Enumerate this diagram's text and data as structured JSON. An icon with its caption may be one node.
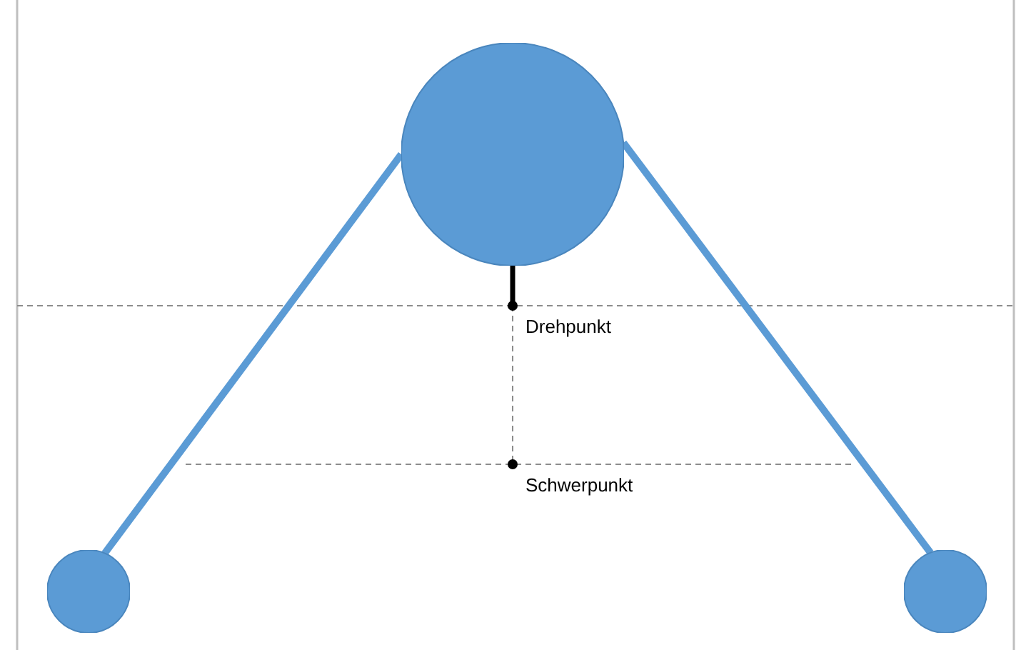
{
  "diagram": {
    "nodes": [
      {
        "text": [],
        "shape": "circle"
      },
      {
        "text": [],
        "shape": "circle"
      },
      {
        "text": [],
        "shape": "circle"
      }
    ],
    "edges": [
      {
        "from": 0,
        "to": 1,
        "arrow": "none"
      },
      {
        "from": 0,
        "to": 2,
        "arrow": "none"
      }
    ],
    "labels": [
      "Drehpunkt",
      "Schwerpunkt"
    ]
  }
}
